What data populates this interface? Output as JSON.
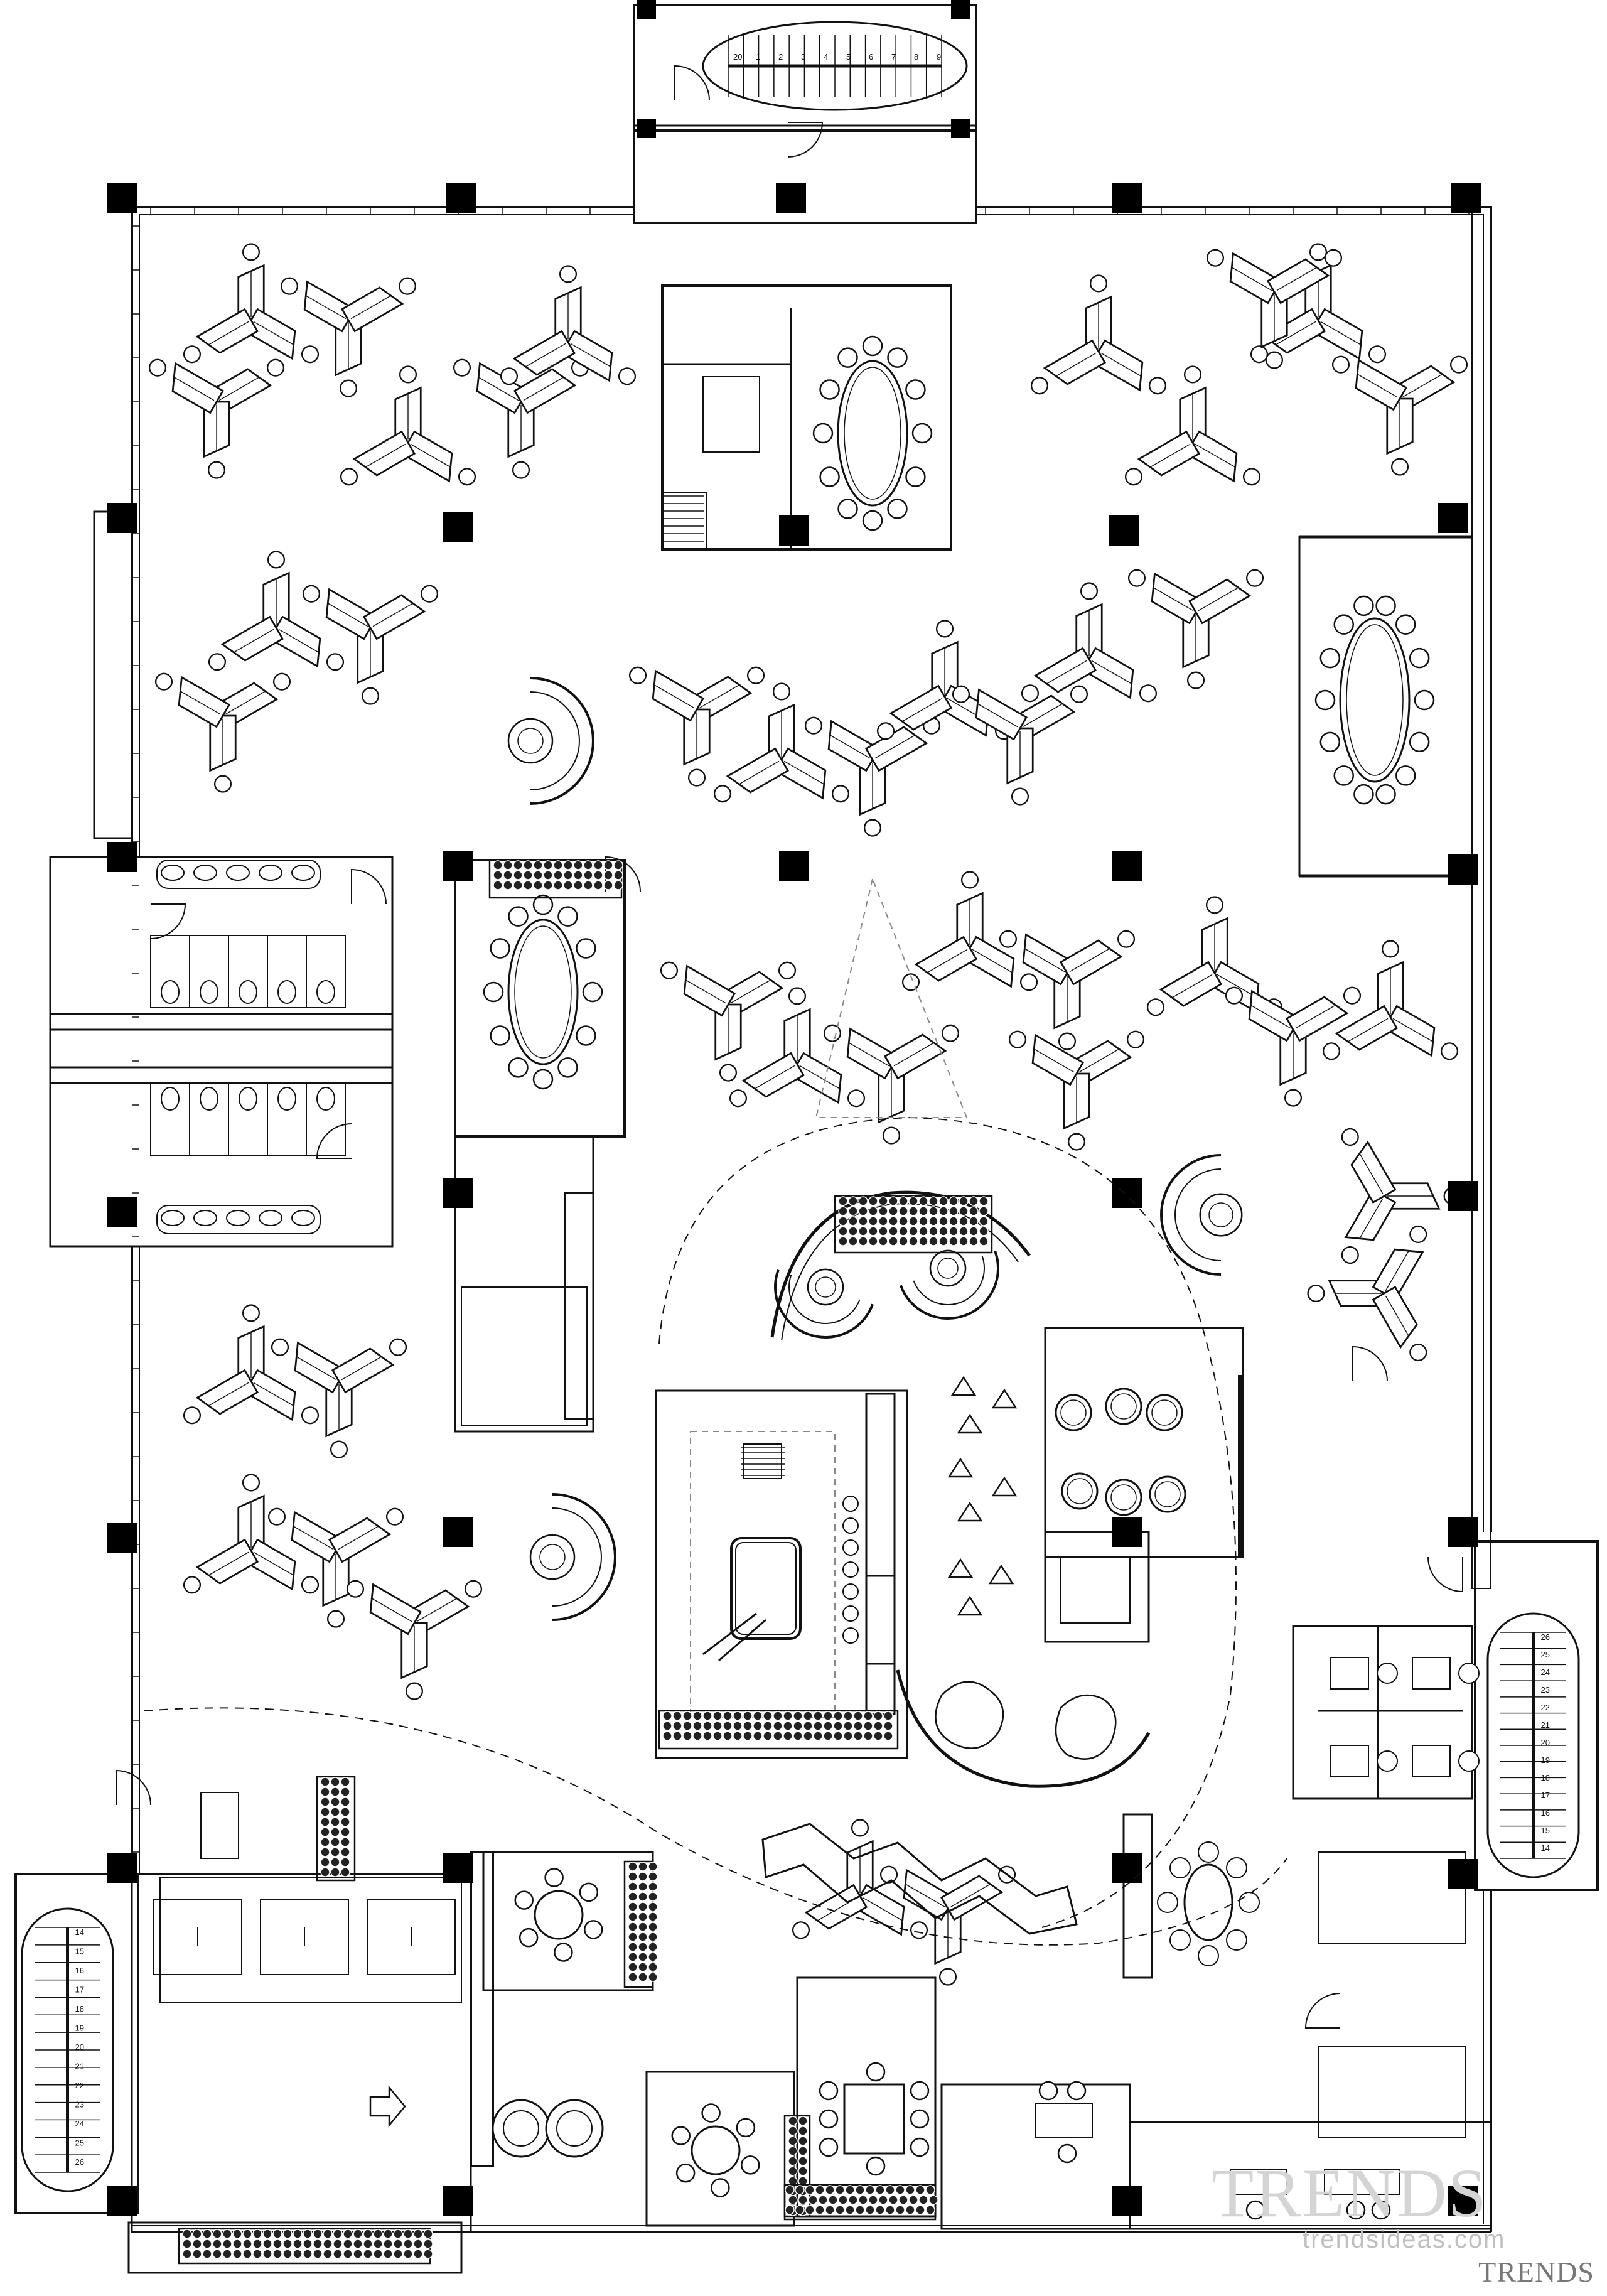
{
  "stair_numbers": {
    "top_core": [
      "20",
      "1",
      "2",
      "3",
      "4",
      "5",
      "6",
      "7",
      "8",
      "9"
    ],
    "left_core": [
      "14",
      "15",
      "16",
      "17",
      "18",
      "19",
      "20",
      "21",
      "22",
      "23",
      "24",
      "25",
      "26"
    ],
    "right_core": [
      "26",
      "25",
      "24",
      "23",
      "22",
      "21",
      "20",
      "19",
      "18",
      "17",
      "16",
      "15",
      "14"
    ]
  },
  "watermark": {
    "logo": "TRENDS",
    "url": "trendsideas.com",
    "footer": "TRENDS"
  },
  "colors": {
    "line": "#111111",
    "fill": "#ffffff",
    "column": "#000000",
    "hatch": "#222222",
    "dashed": "#888888"
  }
}
